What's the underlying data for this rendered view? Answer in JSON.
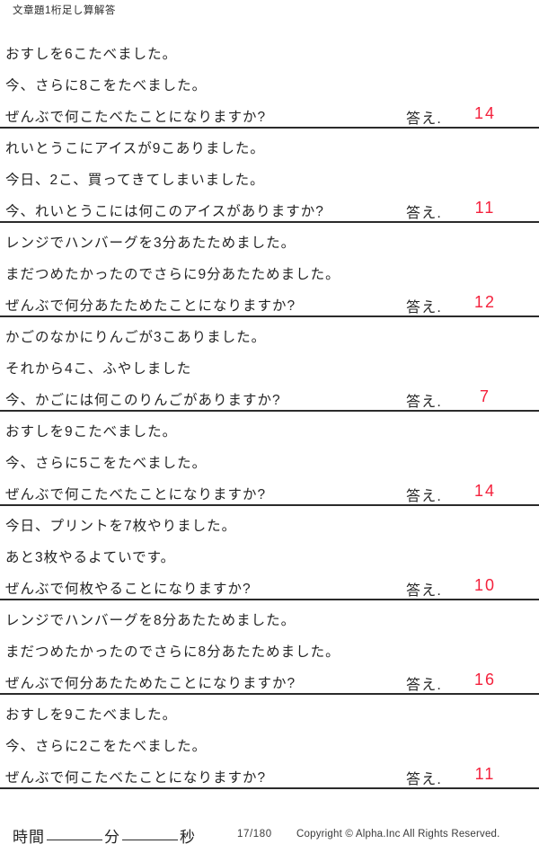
{
  "header": {
    "title": "文章題1桁足し算解答"
  },
  "answer": {
    "label": "答え.",
    "color": "#f4213c"
  },
  "problems": [
    {
      "line1": "おすしを6こたべました。",
      "line2": "今、さらに8こをたべました。",
      "line3": "ぜんぶで何こたべたことになりますか?",
      "answer": "14"
    },
    {
      "line1": "れいとうこにアイスが9こありました。",
      "line2": "今日、2こ、買ってきてしまいました。",
      "line3": "今、れいとうこには何このアイスがありますか?",
      "answer": "11"
    },
    {
      "line1": "レンジでハンバーグを3分あたためました。",
      "line2": "まだつめたかったのでさらに9分あたためました。",
      "line3": "ぜんぶで何分あたためたことになりますか?",
      "answer": "12"
    },
    {
      "line1": "かごのなかにりんごが3こありました。",
      "line2": "それから4こ、ふやしました",
      "line3": "今、かごには何このりんごがありますか?",
      "answer": "7"
    },
    {
      "line1": "おすしを9こたべました。",
      "line2": "今、さらに5こをたべました。",
      "line3": "ぜんぶで何こたべたことになりますか?",
      "answer": "14"
    },
    {
      "line1": "今日、プリントを7枚やりました。",
      "line2": "あと3枚やるよていです。",
      "line3": "ぜんぶで何枚やることになりますか?",
      "answer": "10"
    },
    {
      "line1": "レンジでハンバーグを8分あたためました。",
      "line2": "まだつめたかったのでさらに8分あたためました。",
      "line3": "ぜんぶで何分あたためたことになりますか?",
      "answer": "16"
    },
    {
      "line1": "おすしを9こたべました。",
      "line2": "今、さらに2こをたべました。",
      "line3": "ぜんぶで何こたべたことになりますか?",
      "answer": "11"
    }
  ],
  "footer": {
    "time_label": "時間",
    "minute_label": "分",
    "second_label": "秒",
    "page_number": "17/180",
    "copyright": "Copyright ©  Alpha.Inc All Rights Reserved."
  }
}
